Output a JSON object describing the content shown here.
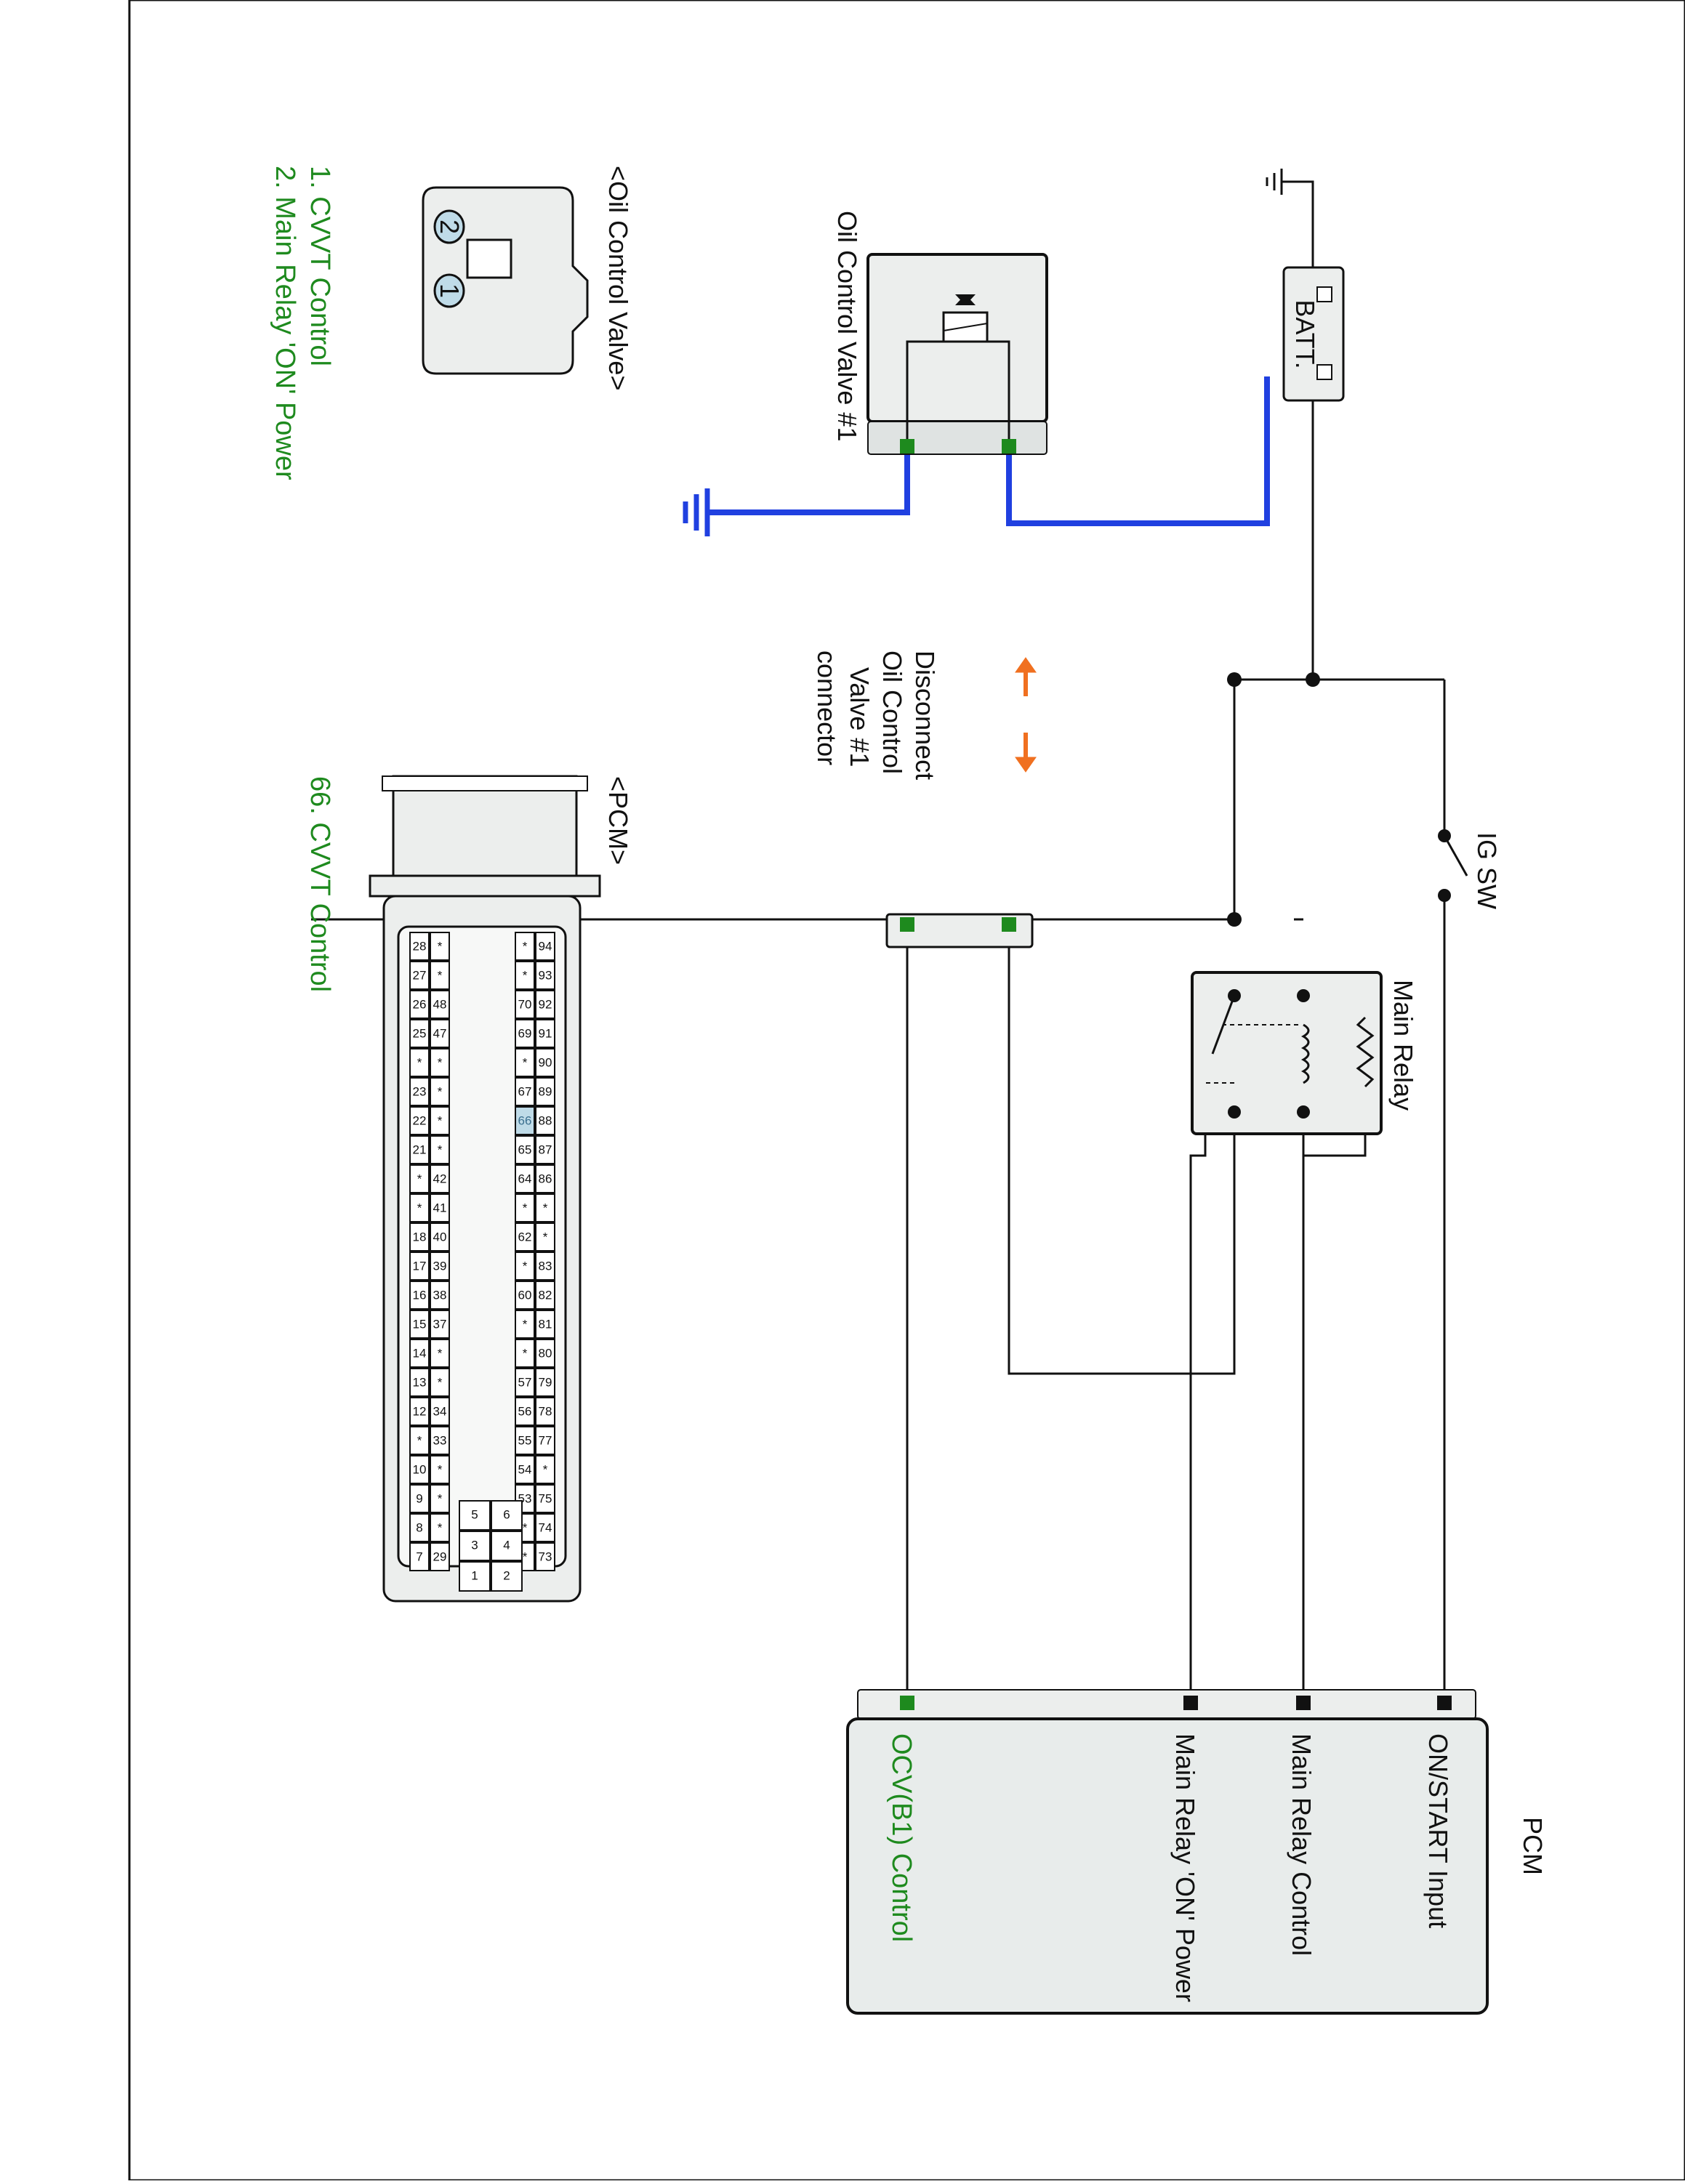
{
  "colors": {
    "wire": "#111111",
    "wire_highlight": "#2040e0",
    "pin_green": "#1e8a1e",
    "pin_black": "#111111",
    "arrow": "#f07020",
    "legend_green": "#1e8a1e",
    "module_fill": "#e8eceb",
    "highlight_pin": "#bfdbe8"
  },
  "components": {
    "battery": "BATT.",
    "oil_control_valve": "Oil Control Valve #1",
    "main_relay": "Main Relay",
    "ig_switch": "IG SW",
    "pcm": "PCM"
  },
  "pcm_terminals": [
    "ON/START Input",
    "Main Relay Control",
    "Main Relay 'ON' Power",
    "OCV(B1) Control"
  ],
  "connector_note": [
    "Disconnect",
    "Oil Control",
    "Valve #1",
    "connector"
  ],
  "views": {
    "ocv_title": "<Oil Control Valve>",
    "ocv_pins": [
      "2",
      "1"
    ],
    "ocv_legend": [
      "1. CVVT Control",
      "2. Main Relay 'ON' Power"
    ],
    "pcm_title": "<PCM>",
    "pcm_legend": "66. CVVT Control",
    "pcm_connector": {
      "rows": [
        [
          "94",
          "93",
          "92",
          "91",
          "90",
          "89",
          "88",
          "87",
          "86",
          "*",
          "*",
          "83",
          "82",
          "81",
          "80",
          "79",
          "78",
          "77",
          "*",
          "75",
          "74",
          "73"
        ],
        [
          "*",
          "*",
          "70",
          "69",
          "*",
          "67",
          "66",
          "65",
          "64",
          "*",
          "62",
          "*",
          "60",
          "*",
          "*",
          "57",
          "56",
          "55",
          "54",
          "53",
          "*",
          "*"
        ],
        [
          "*",
          "*",
          "48",
          "47",
          "*",
          "*",
          "*",
          "*",
          "42",
          "41",
          "40",
          "39",
          "38",
          "37",
          "*",
          "*",
          "34",
          "33",
          "*",
          "*",
          "*",
          "29"
        ],
        [
          "28",
          "27",
          "26",
          "25",
          "*",
          "23",
          "22",
          "21",
          "*",
          "*",
          "18",
          "17",
          "16",
          "15",
          "14",
          "13",
          "12",
          "*",
          "10",
          "9",
          "8",
          "7"
        ]
      ],
      "highlight": "66",
      "power_pins": [
        [
          "6",
          "5"
        ],
        [
          "4",
          "3"
        ],
        [
          "2",
          "1"
        ]
      ]
    }
  }
}
